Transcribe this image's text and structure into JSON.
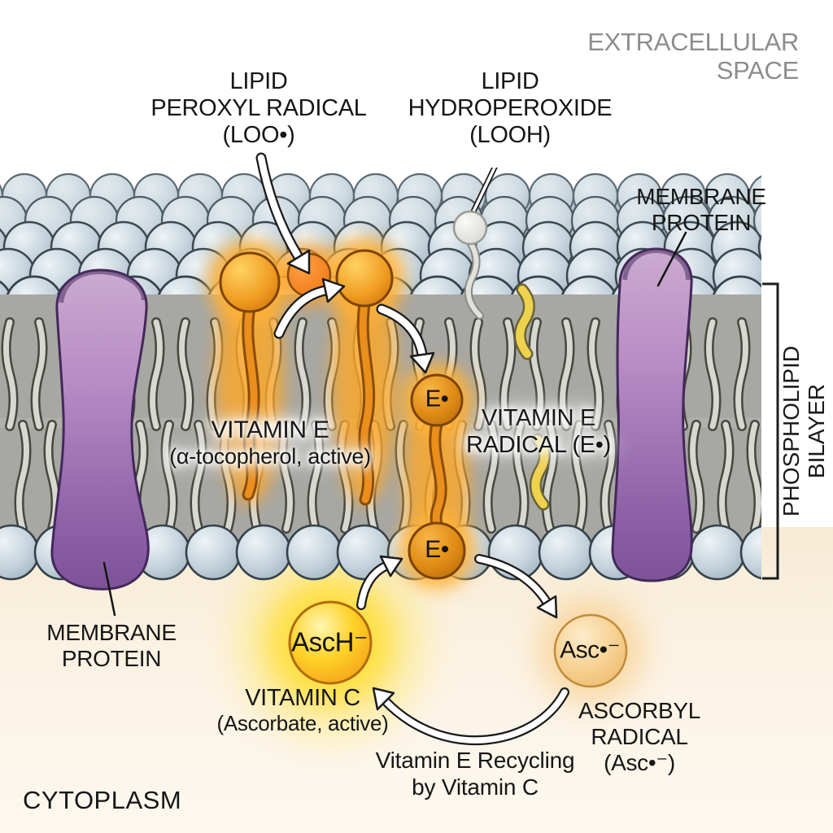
{
  "regions": {
    "extracellular": {
      "line1": "EXTRACELLULAR",
      "line2": "SPACE"
    },
    "cytoplasm": "CYTOPLASM"
  },
  "membrane": {
    "protein_label_top": {
      "line1": "MEMBRANE",
      "line2": "PROTEIN"
    },
    "protein_label_bottom": {
      "line1": "MEMBRANE",
      "line2": "PROTEIN"
    },
    "bilayer_label": {
      "line1": "PHOSPHOLIPID",
      "line2": "BILAYER"
    }
  },
  "molecules": {
    "lipid_peroxyl": {
      "line1": "LIPID",
      "line2": "PEROXYL RADICAL",
      "line3": "(LOO•)"
    },
    "lipid_hydroperoxide": {
      "line1": "LIPID",
      "line2": "HYDROPEROXIDE",
      "line3": "(LOOH)"
    },
    "vitamin_e": {
      "line1": "VITAMIN E",
      "line2": "(α-tocopherol, active)"
    },
    "vitamin_e_radical": {
      "line1": "VITAMIN E",
      "line2": "RADICAL (E•)",
      "ball_top": "E•",
      "ball_bottom": "E•"
    },
    "vitamin_c": {
      "ball": "AscH⁻",
      "line1": "VITAMIN C",
      "line2": "(Ascorbate, active)"
    },
    "ascorbyl_radical": {
      "ball": "Asc•⁻",
      "line1": "ASCORBYL",
      "line2": "RADICAL",
      "line3": "(Asc•⁻)"
    }
  },
  "process": {
    "recycling": {
      "line1": "Vitamin E Recycling",
      "line2": "by Vitamin C"
    }
  },
  "colors": {
    "vitamin_e_orange": "#e8891c",
    "loo_radical_orange": "#f07d1e",
    "ascorbate_yellow": "#ffc31e",
    "ascorbyl_tan": "#f2c98c",
    "membrane_protein_purple": "#9a6cb0",
    "lipid_head_blue_gray": "#c9d6de",
    "membrane_interior_gray": "#a7a7a3",
    "extracellular_text_gray": "#8d8d8b",
    "cytoplasm_cream": "#fbf2e3"
  }
}
